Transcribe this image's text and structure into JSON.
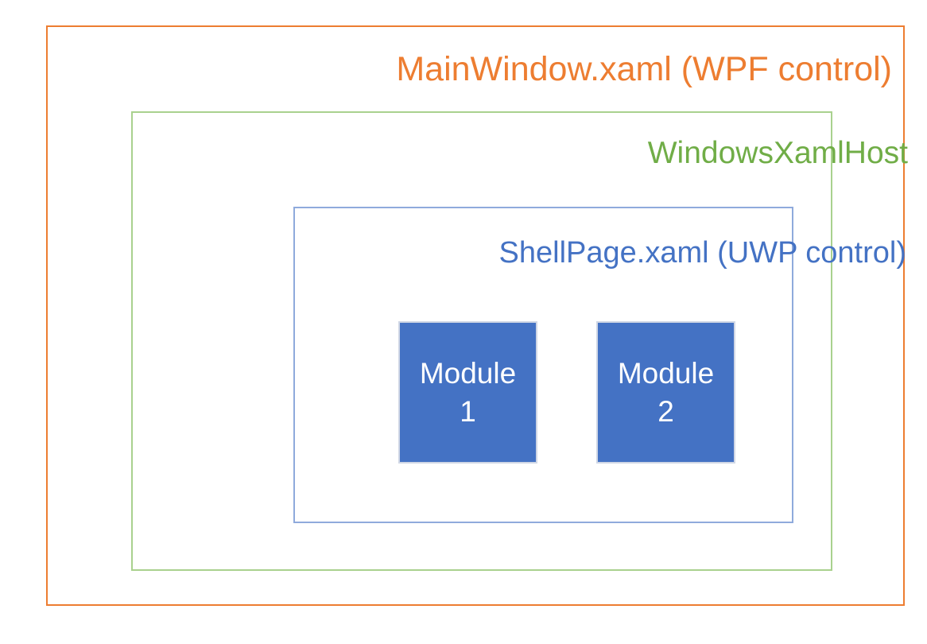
{
  "diagram": {
    "type": "nested-containment",
    "background": "#ffffff",
    "frames": [
      {
        "id": "mainwindow",
        "label": "MainWindow.xaml (WPF control)",
        "border_color": "#ED7D31",
        "text_color": "#ED7D31",
        "level": 1
      },
      {
        "id": "windowsxamlhost",
        "label": "WindowsXamlHost",
        "border_color": "#A9D18E",
        "text_color": "#70AD47",
        "level": 2
      },
      {
        "id": "shellpage",
        "label": "ShellPage.xaml (UWP control)",
        "border_color": "#8FAADC",
        "text_color": "#4472C4",
        "level": 3
      }
    ],
    "modules": [
      {
        "id": "module-1",
        "label": "Module\n1",
        "fill_color": "#4472C4",
        "border_color": "#D0D7E5",
        "text_color": "#FFFFFF"
      },
      {
        "id": "module-2",
        "label": "Module\n2",
        "fill_color": "#4472C4",
        "border_color": "#D0D7E5",
        "text_color": "#FFFFFF"
      }
    ]
  }
}
